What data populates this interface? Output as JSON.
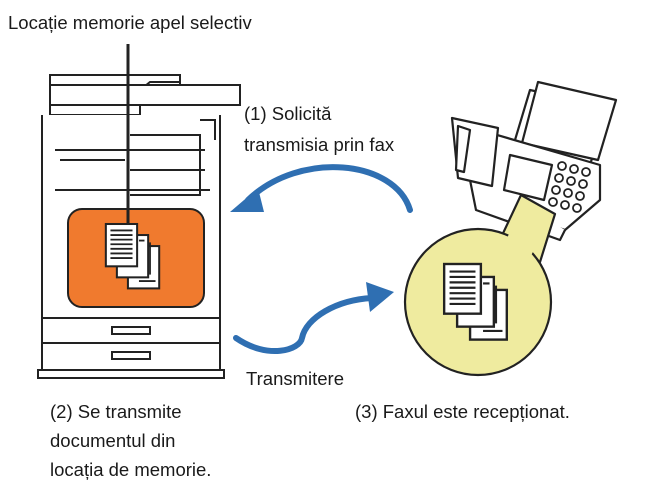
{
  "labels": {
    "memory_location": "Locație memorie apel selectiv",
    "step1_line1": "(1) Solicită",
    "step1_line2": "transmisia prin fax",
    "transmission": "Transmitere",
    "step2_line1": "(2) Se transmite",
    "step2_line2": "documentul din",
    "step2_line3": "locația de memorie.",
    "step3": "(3) Faxul este recepționat."
  },
  "colors": {
    "memory_box": "#f07a2e",
    "received_circle": "#efeb9f",
    "arrow": "#2f6fb2",
    "outline": "#222222"
  },
  "icons": [
    "multifunction-printer-icon",
    "fax-machine-icon",
    "document-stack-icon"
  ]
}
